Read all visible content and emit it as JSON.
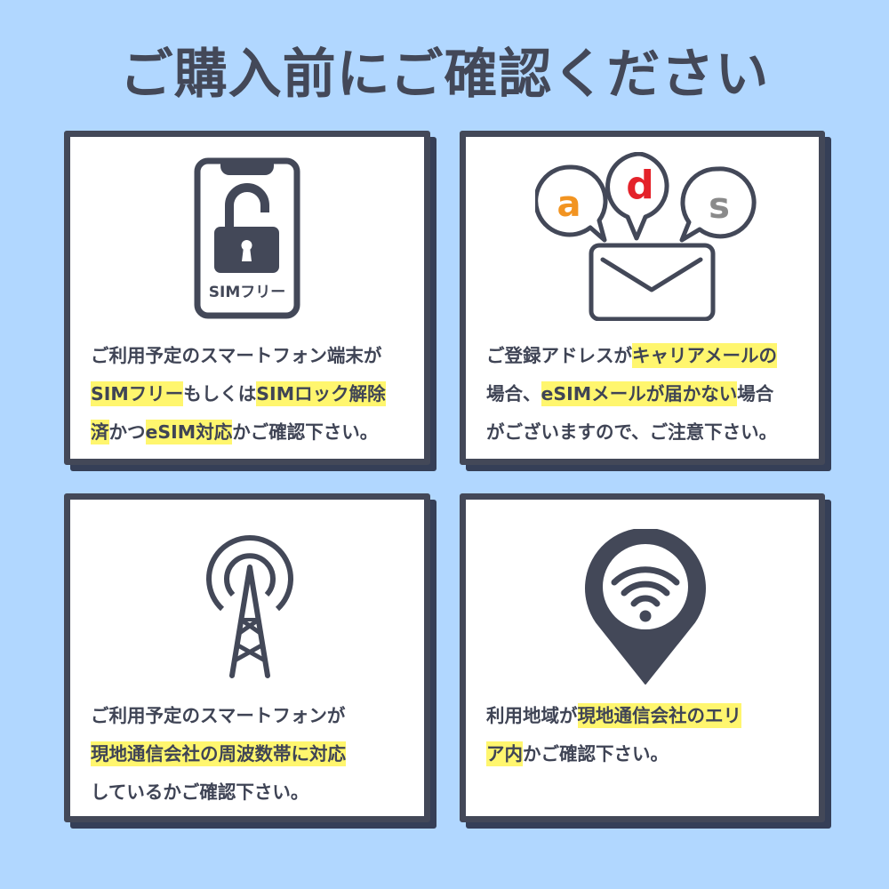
{
  "page": {
    "title": "ご購入前にご確認ください",
    "colors": {
      "background": "#b1d7ff",
      "card_border": "#434858",
      "card_shadow": "#353f57",
      "text": "#3f4455",
      "highlight": "#fff66e",
      "letter_a": "#f29421",
      "letter_d": "#e4222a",
      "letter_s": "#8a8a8a"
    }
  },
  "cards": [
    {
      "icon": "phone-unlocked-icon",
      "icon_label": "SIMフリー",
      "lines": [
        [
          {
            "text": "ご利用予定のスマートフォン端末が",
            "highlight": false
          }
        ],
        [
          {
            "text": "SIMフリー",
            "highlight": true
          },
          {
            "text": "もしくは",
            "highlight": false
          },
          {
            "text": "SIMロック解除",
            "highlight": true
          }
        ],
        [
          {
            "text": "済",
            "highlight": true
          },
          {
            "text": "かつ",
            "highlight": false
          },
          {
            "text": "eSIM対応",
            "highlight": true
          },
          {
            "text": "かご確認下さい。",
            "highlight": false
          }
        ]
      ]
    },
    {
      "icon": "carrier-mail-icon",
      "icon_letters": [
        "a",
        "d",
        "s"
      ],
      "lines": [
        [
          {
            "text": "ご登録アドレスが",
            "highlight": false
          },
          {
            "text": "キャリアメールの",
            "highlight": true
          }
        ],
        [
          {
            "text": "場合、",
            "highlight": false
          },
          {
            "text": "eSIMメールが届かない",
            "highlight": true
          },
          {
            "text": "場合",
            "highlight": false
          }
        ],
        [
          {
            "text": "がございますので、ご注意下さい。",
            "highlight": false
          }
        ]
      ]
    },
    {
      "icon": "radio-tower-icon",
      "lines": [
        [
          {
            "text": "ご利用予定のスマートフォンが",
            "highlight": false
          }
        ],
        [
          {
            "text": "現地通信会社の周波数帯に対応",
            "highlight": true
          }
        ],
        [
          {
            "text": "しているかご確認下さい。",
            "highlight": false
          }
        ]
      ]
    },
    {
      "icon": "wifi-location-pin-icon",
      "lines": [
        [
          {
            "text": "利用地域が",
            "highlight": false
          },
          {
            "text": "現地通信会社のエリ",
            "highlight": true
          }
        ],
        [
          {
            "text": "ア内",
            "highlight": true
          },
          {
            "text": "かご確認下さい。",
            "highlight": false
          }
        ]
      ]
    }
  ]
}
